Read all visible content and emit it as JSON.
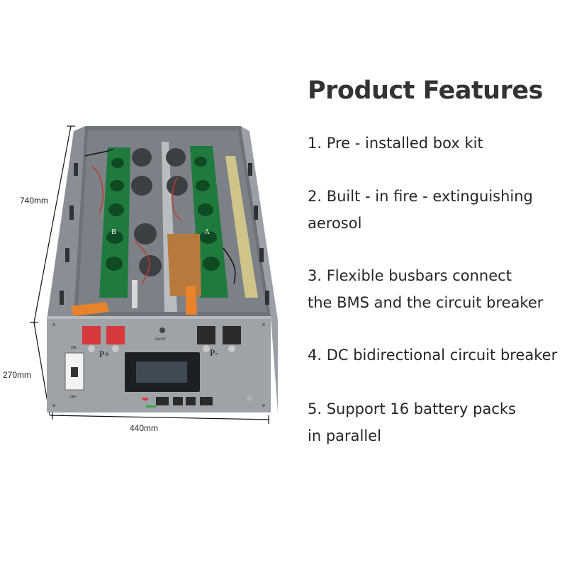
{
  "title": "Product Features",
  "features": [
    {
      "line1": "1. Pre - installed box kit",
      "line2": ""
    },
    {
      "line1": "2. Built - in fire - extinguishing",
      "line2": "aerosol"
    },
    {
      "line1": "3. Flexible busbars connect",
      "line2": "the BMS and the circuit breaker"
    },
    {
      "line1": "4. DC bidirectional circuit breaker",
      "line2": ""
    },
    {
      "line1": "5. Support 16 battery packs",
      "line2": "in parallel"
    }
  ],
  "dimensions": {
    "depth": "740mm",
    "height": "270mm",
    "width": "440mm"
  },
  "panel_labels": {
    "positive": "P+",
    "negative": "P-",
    "on": "ON",
    "off": "OFF",
    "onoff": "ON/OFF",
    "module_b": "B",
    "module_a": "A"
  }
}
